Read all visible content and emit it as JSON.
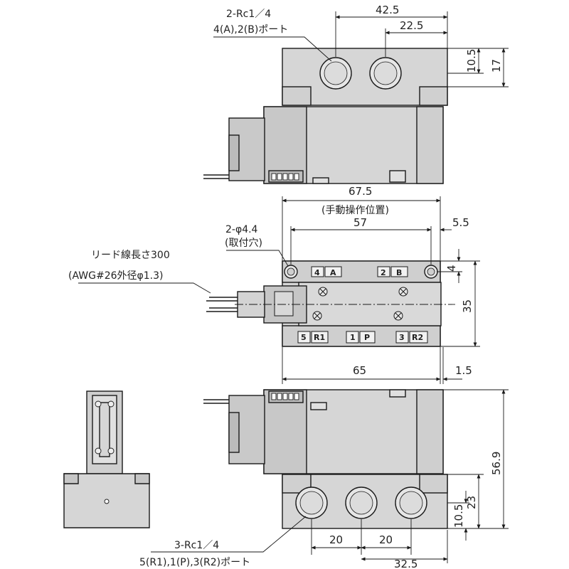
{
  "top_view": {
    "port_note_line1": "2-Rc1／4",
    "port_note_line2": "4(A),2(B)ポート",
    "dim_width_ports": "42.5",
    "dim_port_offset": "22.5",
    "dim_port_center_height": "10.5",
    "dim_block_height": "17"
  },
  "front_view": {
    "dim_manual_op": "67.5",
    "dim_manual_op_note": "(手動操作位置)",
    "dim_mount_pitch": "57",
    "dim_edge_offset": "5.5",
    "mount_hole_line1": "2-φ4.4",
    "mount_hole_line2": "(取付穴)",
    "lead_line1": "リード線長さ300",
    "lead_line2": "(AWG#26外径φ1.3)",
    "dim_hole_offset": "4",
    "dim_body_height": "35",
    "dim_body_length": "65",
    "dim_right_gap": "1.5",
    "tags_top": [
      "4",
      "A",
      "2",
      "B"
    ],
    "tags_bottom": [
      "5",
      "R1",
      "1",
      "P",
      "3",
      "R2"
    ]
  },
  "bottom_view": {
    "dim_total_height": "56.9",
    "dim_port_height": "23",
    "dim_port_center": "10.5",
    "dim_pitch_1": "20",
    "dim_pitch_2": "20",
    "dim_pitch_total": "32.5",
    "port_note_line1": "3-Rc1／4",
    "port_note_line2": "5(R1),1(P),3(R2)ポート"
  },
  "colors": {
    "body_fill": "#d6d6d6",
    "body_dark": "#bdbdbd",
    "outline": "#1a1a1a",
    "port_fill": "#e6e6e6"
  }
}
